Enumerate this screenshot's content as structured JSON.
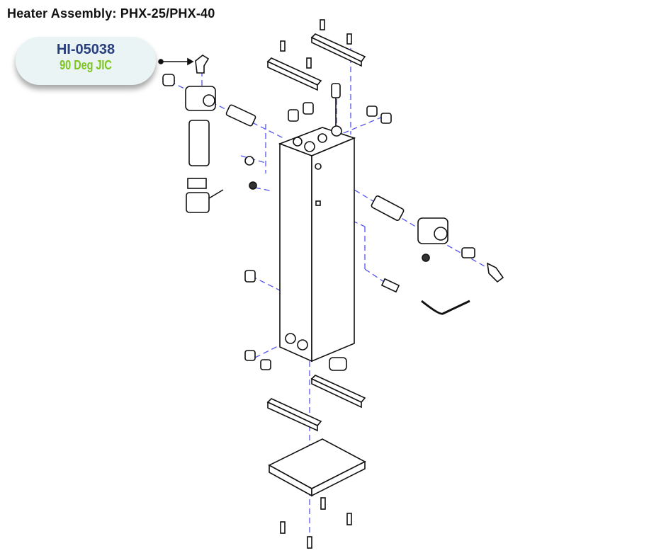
{
  "title": "Heater Assembly: PHX-25/PHX-40",
  "callout": {
    "part_number": "HI-05038",
    "description": "90 Deg JIC"
  },
  "colors": {
    "part_number": "#2a3f7e",
    "description": "#7dc41f",
    "callout_bg": "#eaf4f5",
    "leader": "#4a4aff"
  }
}
